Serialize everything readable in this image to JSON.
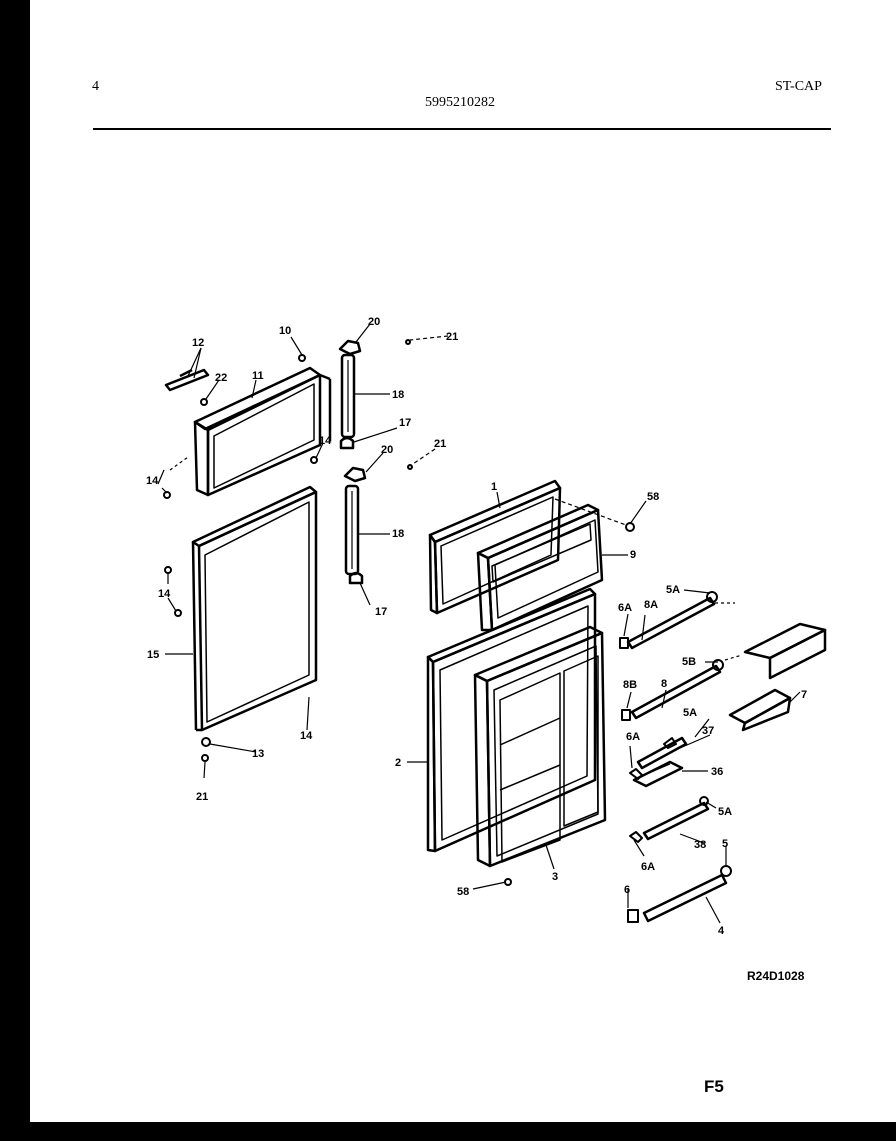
{
  "header": {
    "page_number": "4",
    "part_number": "5995210282",
    "model_code": "ST-CAP"
  },
  "diagram": {
    "drawing_code": "R24D1028",
    "figure_code": "F5",
    "callouts": {
      "c12": "12",
      "c10": "10",
      "c20a": "20",
      "c21a": "21",
      "c22": "22",
      "c11": "11",
      "c18a": "18",
      "c17a": "17",
      "c14a": "14",
      "c20b": "20",
      "c21b": "21",
      "c14b": "14",
      "c1": "1",
      "c58a": "58",
      "c18b": "18",
      "c9": "9",
      "c14c": "14",
      "c17b": "17",
      "c5Aa": "5A",
      "c6Aa": "6A",
      "c8A": "8A",
      "c15": "15",
      "c5B": "5B",
      "c8B": "8B",
      "c8": "8",
      "c7": "7",
      "c5Ab": "5A",
      "c6Ab": "6A",
      "c37": "37",
      "c14d": "14",
      "c13": "13",
      "c2": "2",
      "c36": "36",
      "c21c": "21",
      "c5Ac": "5A",
      "c38": "38",
      "c6Ac": "6A",
      "c5": "5",
      "c3": "3",
      "c58b": "58",
      "c6": "6",
      "c4": "4"
    }
  }
}
